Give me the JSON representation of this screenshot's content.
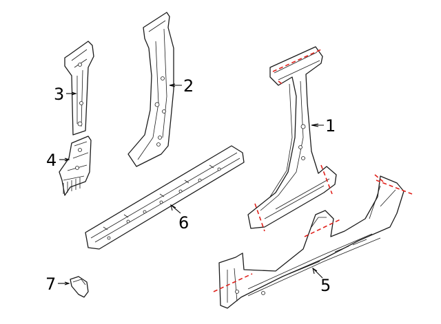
{
  "colors": {
    "line": "#1a1a1a",
    "cut_line": "#e0201a",
    "background": "#ffffff"
  },
  "callouts": [
    {
      "id": "1",
      "label": "1"
    },
    {
      "id": "2",
      "label": "2"
    },
    {
      "id": "3",
      "label": "3"
    },
    {
      "id": "4",
      "label": "4"
    },
    {
      "id": "5",
      "label": "5"
    },
    {
      "id": "6",
      "label": "6"
    },
    {
      "id": "7",
      "label": "7"
    }
  ]
}
